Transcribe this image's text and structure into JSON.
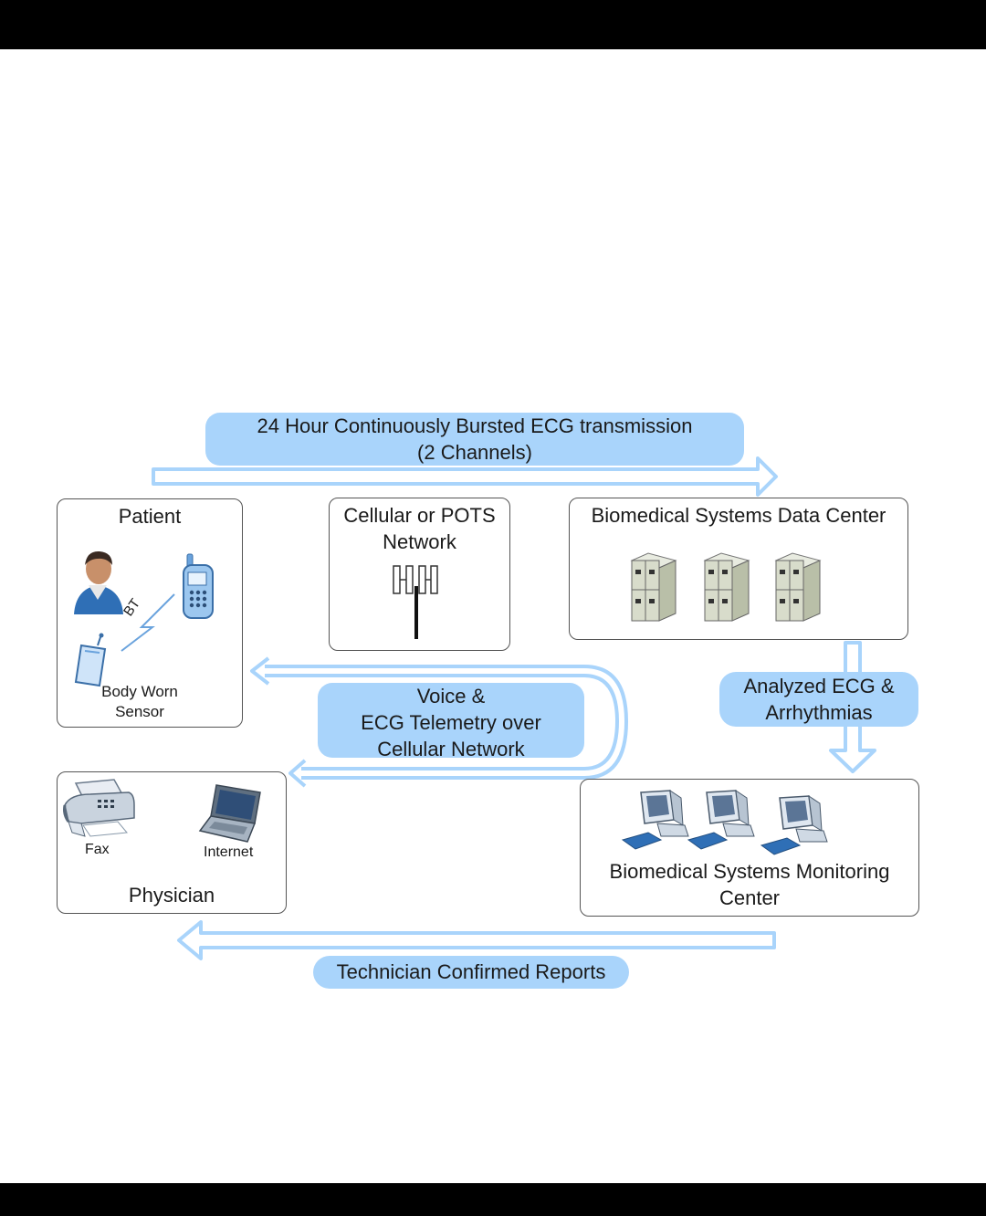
{
  "flows": {
    "top_label_line1": "24 Hour Continuously Bursted  ECG transmission",
    "top_label_line2": "(2 Channels)",
    "voice_line1": "Voice &",
    "voice_line2": "ECG Telemetry over",
    "voice_line3": "Cellular Network",
    "analyzed_line1": "Analyzed ECG &",
    "analyzed_line2": "Arrhythmias",
    "reports": "Technician Confirmed Reports"
  },
  "patient": {
    "title": "Patient",
    "bt_label": "BT",
    "sensor_line1": "Body Worn",
    "sensor_line2": "Sensor"
  },
  "network": {
    "title_line1": "Cellular or POTS",
    "title_line2": "Network"
  },
  "data_center": {
    "title": "Biomedical Systems Data Center"
  },
  "monitoring": {
    "title_line1": "Biomedical Systems Monitoring",
    "title_line2": "Center"
  },
  "physician": {
    "title": "Physician",
    "fax_label": "Fax",
    "internet_label": "Internet"
  },
  "colors": {
    "pill_fill": "#a9d4fb",
    "arrow_stroke": "#a9d4fb",
    "border": "#555555"
  }
}
